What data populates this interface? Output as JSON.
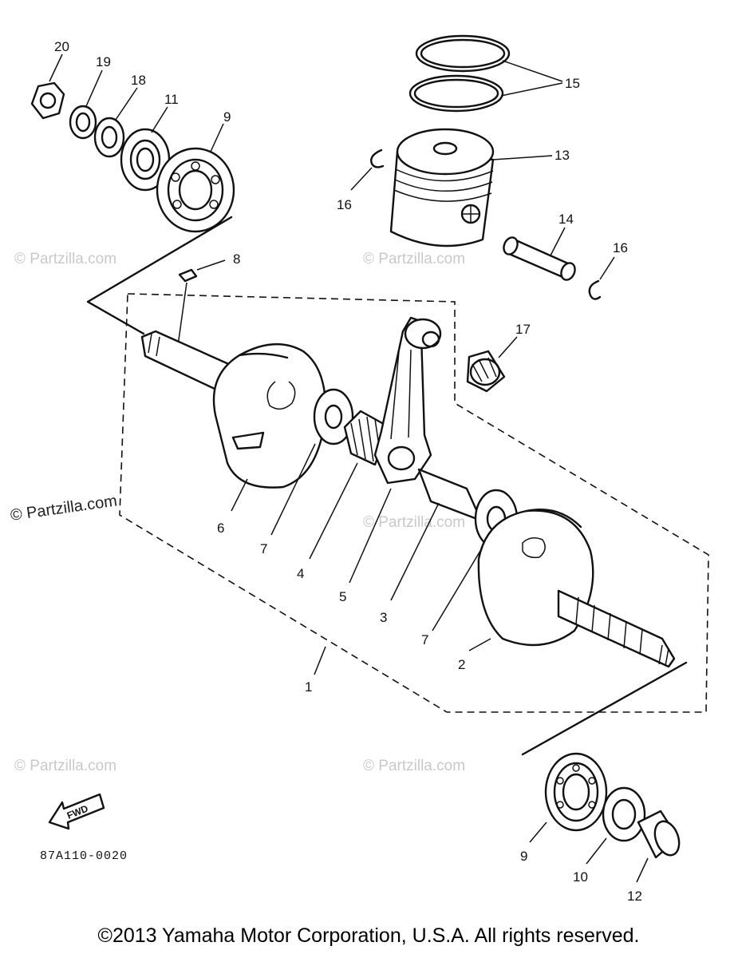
{
  "diagram": {
    "part_code": "87A110-0020",
    "copyright": "©2013  Yamaha Motor Corporation, U.S.A. All rights reserved.",
    "fwd_label": "FWD",
    "watermark": "© Partzilla.com",
    "callouts": {
      "c1": "1",
      "c2": "2",
      "c3": "3",
      "c4": "4",
      "c5": "5",
      "c6": "6",
      "c7a": "7",
      "c7b": "7",
      "c8": "8",
      "c9a": "9",
      "c9b": "9",
      "c10": "10",
      "c11": "11",
      "c12": "12",
      "c13": "13",
      "c14": "14",
      "c15": "15",
      "c16a": "16",
      "c16b": "16",
      "c17": "17",
      "c18": "18",
      "c19": "19",
      "c20": "20"
    }
  }
}
